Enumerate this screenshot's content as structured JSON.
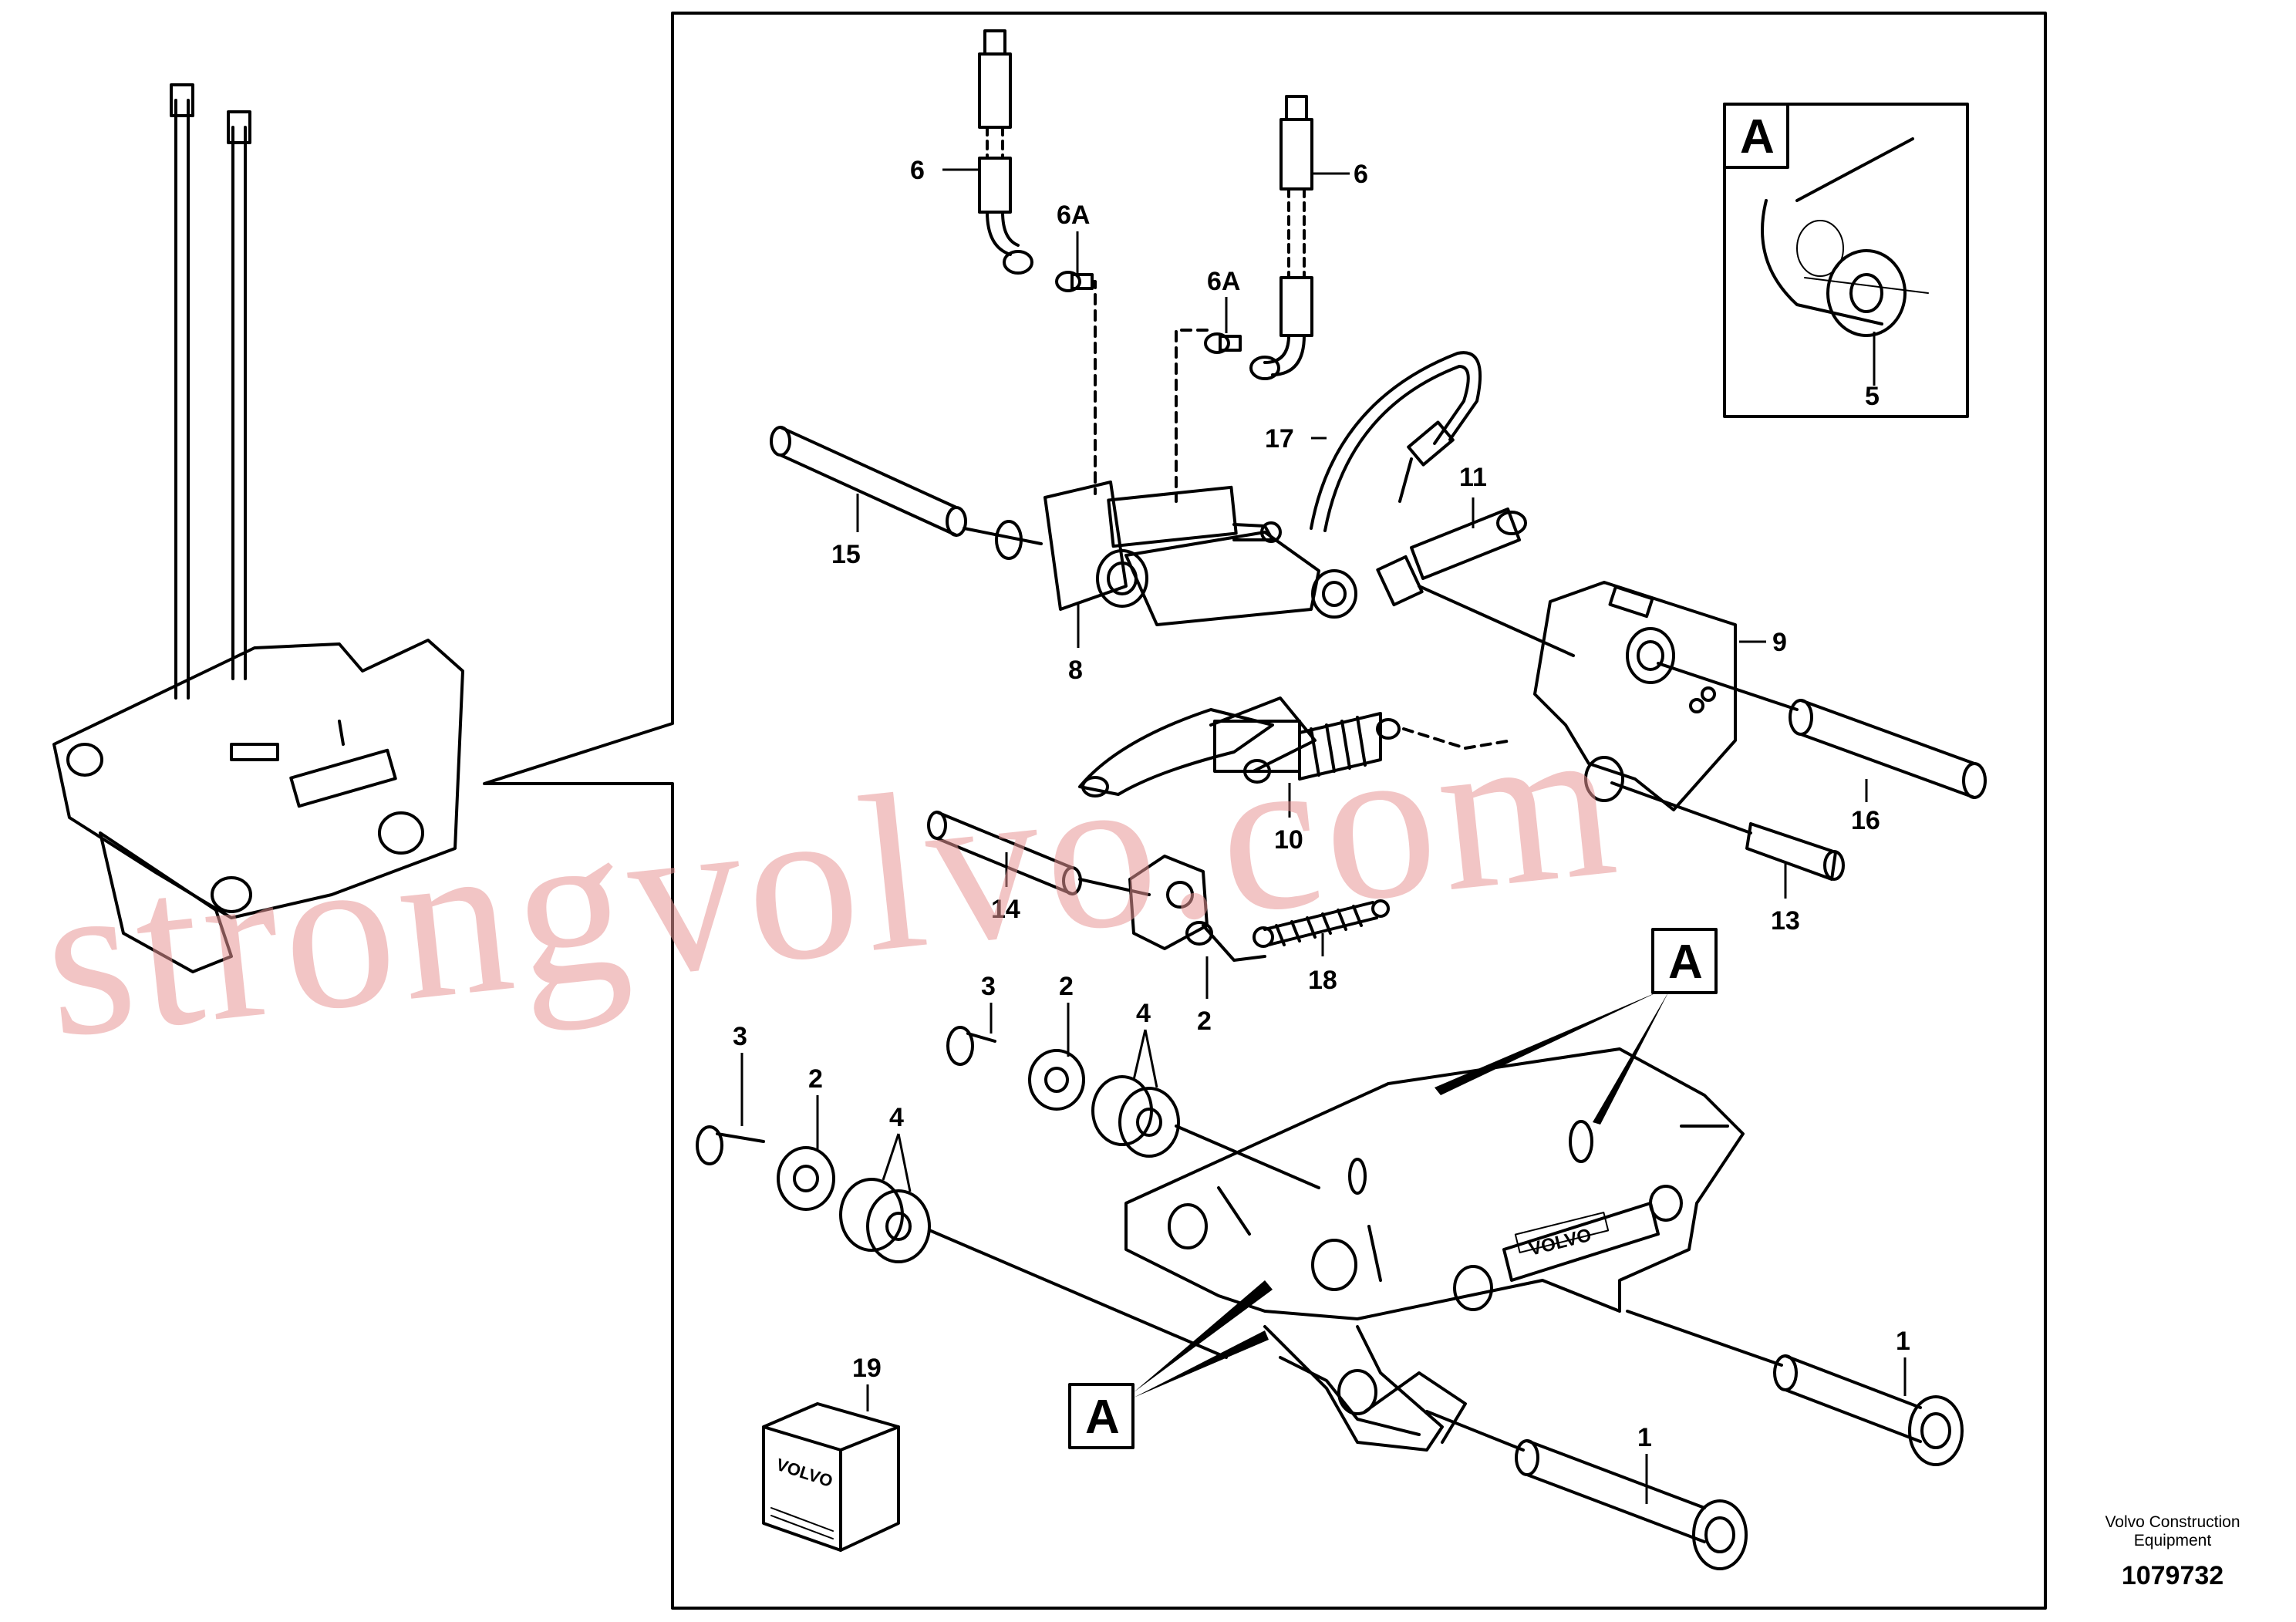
{
  "labels": {
    "l1a": "1",
    "l1b": "1",
    "l2a": "2",
    "l2b": "2",
    "l2c": "2",
    "l3a": "3",
    "l3b": "3",
    "l4a": "4",
    "l4b": "4",
    "l5": "5",
    "l6a": "6",
    "l6b": "6",
    "l6Aa": "6A",
    "l6Ab": "6A",
    "l8": "8",
    "l9": "9",
    "l10": "10",
    "l11": "11",
    "l13": "13",
    "l14": "14",
    "l15": "15",
    "l16": "16",
    "l17": "17",
    "l18": "18",
    "l19": "19"
  },
  "detail_letters": {
    "inset": "A",
    "upper": "A",
    "lower": "A"
  },
  "kit_text": "VOLVO",
  "plate_text": "VOLVO",
  "footer": {
    "company": "Volvo Construction Equipment",
    "drawing_number": "1079732"
  },
  "watermark": "strongvolvo.com"
}
